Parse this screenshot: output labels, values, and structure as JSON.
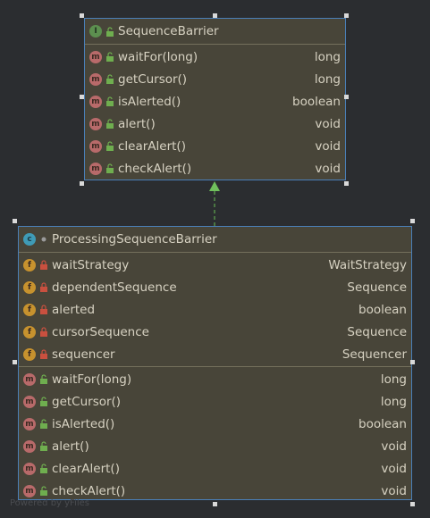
{
  "interface_node": {
    "badge": "I",
    "title": "SequenceBarrier",
    "methods": [
      {
        "badge": "m",
        "name": "waitFor(long)",
        "type": "long"
      },
      {
        "badge": "m",
        "name": "getCursor()",
        "type": "long"
      },
      {
        "badge": "m",
        "name": "isAlerted()",
        "type": "boolean"
      },
      {
        "badge": "m",
        "name": "alert()",
        "type": "void"
      },
      {
        "badge": "m",
        "name": "clearAlert()",
        "type": "void"
      },
      {
        "badge": "m",
        "name": "checkAlert()",
        "type": "void"
      }
    ]
  },
  "class_node": {
    "badge": "c",
    "title": "ProcessingSequenceBarrier",
    "fields": [
      {
        "badge": "f",
        "name": "waitStrategy",
        "type": "WaitStrategy"
      },
      {
        "badge": "f",
        "name": "dependentSequence",
        "type": "Sequence"
      },
      {
        "badge": "f",
        "name": "alerted",
        "type": "boolean"
      },
      {
        "badge": "f",
        "name": "cursorSequence",
        "type": "Sequence"
      },
      {
        "badge": "f",
        "name": "sequencer",
        "type": "Sequencer"
      }
    ],
    "methods": [
      {
        "badge": "m",
        "name": "waitFor(long)",
        "type": "long"
      },
      {
        "badge": "m",
        "name": "getCursor()",
        "type": "long"
      },
      {
        "badge": "m",
        "name": "isAlerted()",
        "type": "boolean"
      },
      {
        "badge": "m",
        "name": "alert()",
        "type": "void"
      },
      {
        "badge": "m",
        "name": "clearAlert()",
        "type": "void"
      },
      {
        "badge": "m",
        "name": "checkAlert()",
        "type": "void"
      }
    ]
  },
  "watermark": "Powered by yFiles",
  "colors": {
    "background": "#2b2d30",
    "node_fill": "#484539",
    "node_border": "#4a7fb8",
    "edge": "#5fa64f",
    "method_icon": "#b86a6a",
    "field_icon": "#c7922e",
    "interface_icon": "#5c8f4f",
    "class_icon": "#3f9bb6"
  }
}
